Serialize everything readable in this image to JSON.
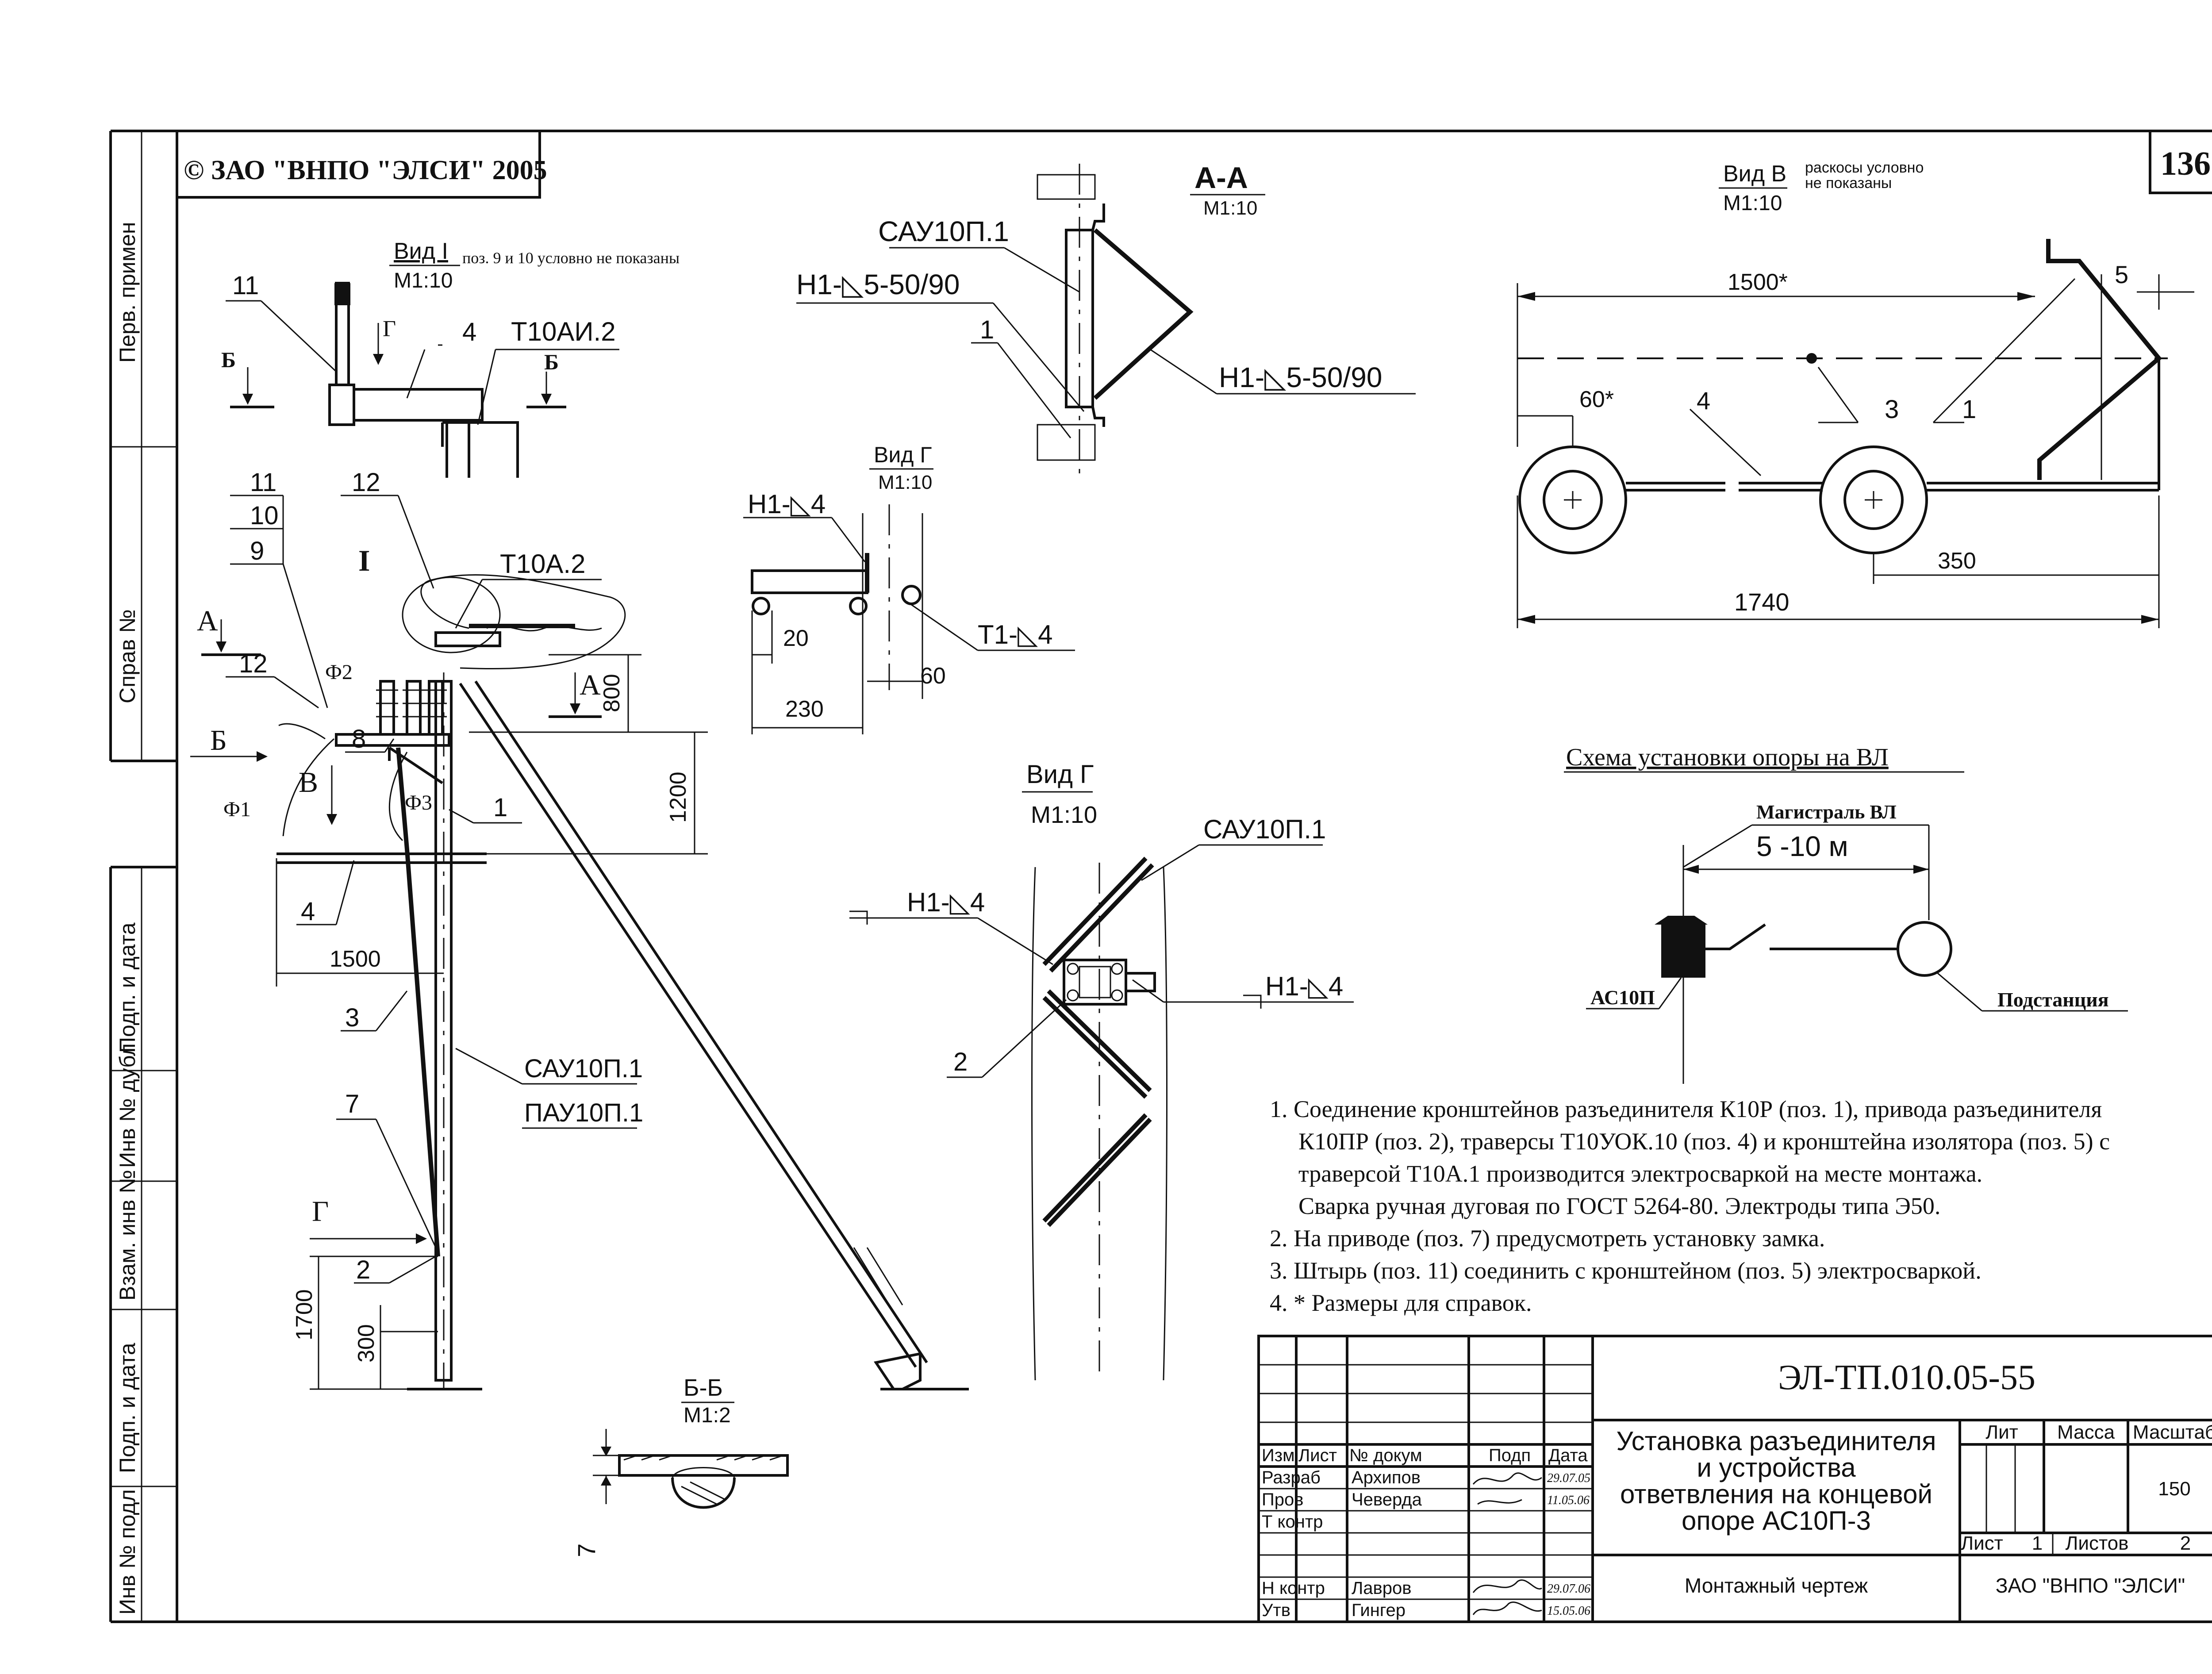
{
  "copyright": "© ЗАО \"ВНПО \"ЭЛСИ\" 2005",
  "sheet_number": "136",
  "side_strip": {
    "perv_primen": "Перв. примен",
    "sprav_no": "Справ №",
    "podp_data_1": "Подп. и дата",
    "inv_dubl": "Инв № дубл",
    "vzam_inv": "Взам. инв №",
    "podp_data_2": "Подп. и дата",
    "inv_podl": "Инв № подл"
  },
  "view_1": {
    "title": "Вид I",
    "scale": "М1:10",
    "note": "поз. 9 и 10 условно не показаны",
    "labels": {
      "p11": "11",
      "g": "Г",
      "p4": "4",
      "t10ai": "Т10АИ.2",
      "b_left": "Б",
      "b_right": "Б"
    }
  },
  "section_aa": {
    "title": "А-А",
    "scale": "М1:10",
    "labels": {
      "sau": "САУ10П.1",
      "weld1": "Н1-◺5-50/90",
      "p1": "1",
      "weld2": "Н1-◺5-50/90"
    }
  },
  "view_g_small": {
    "title": "Вид Г",
    "scale": "М1:10",
    "labels": {
      "weld_top": "Н1-◺4",
      "weld_t1": "Т1-◺4",
      "d20": "20",
      "d60": "60",
      "d230": "230"
    }
  },
  "view_v": {
    "title": "Вид В",
    "scale": "М1:10",
    "note_line1": "раскосы условно",
    "note_line2": "не показаны",
    "labels": {
      "d1500": "1500*",
      "d5": "5",
      "d60": "60*",
      "p4": "4",
      "p3": "3",
      "p1": "1",
      "d350": "350",
      "d1740": "1740"
    }
  },
  "main_view": {
    "labels": {
      "p11": "11",
      "p10": "10",
      "p9": "9",
      "p12a": "12",
      "p12b": "12",
      "view_I": "I",
      "t10a": "Т10А.2",
      "a_left": "А",
      "a_right": "А",
      "f2": "Ф2",
      "b_arrow": "Б",
      "p8": "8",
      "v_arrow": "В",
      "f1": "Ф1",
      "f3": "Ф3",
      "p1": "1",
      "d800": "800",
      "d1200": "1200",
      "p4": "4",
      "d1500": "1500",
      "p3": "3",
      "sau": "САУ10П.1",
      "pau": "ПАУ10П.1",
      "p7": "7",
      "g_arrow": "Г",
      "p2": "2",
      "d1700": "1700",
      "d300": "300"
    }
  },
  "view_g_large": {
    "title": "Вид Г",
    "scale": "М1:10",
    "labels": {
      "sau": "САУ10П.1",
      "weld_left": "Н1-◺4",
      "weld_right": "Н1-◺4",
      "p2": "2"
    }
  },
  "section_bb": {
    "title": "Б-Б",
    "scale": "М1:2",
    "labels": {
      "d7": "7"
    }
  },
  "schema": {
    "title": "Схема установки опоры на ВЛ",
    "magistral": "Магистраль ВЛ",
    "distance": "5 -10 м",
    "ac10p": "АС10П",
    "substation": "Подстанция"
  },
  "notes": [
    "1. Соединение кронштейнов разъединителя К10Р (поз. 1), привода разъединителя",
    "К10ПР (поз. 2), траверсы  Т10УОК.10 (поз. 4) и кронштейна изолятора (поз. 5) с",
    "траверсой Т10А.1 производится электросваркой на месте монтажа.",
    "Сварка ручная дуговая по ГОСТ 5264-80. Электроды типа Э50.",
    "2. На приводе (поз. 7) предусмотреть установку замка.",
    "3. Штырь (поз. 11) соединить с кронштейном (поз. 5) электросваркой.",
    "4. * Размеры для справок."
  ],
  "title_block": {
    "doc_code": "ЭЛ-ТП.010.05-55",
    "name_line1": "Установка разъединителя",
    "name_line2": "и устройства",
    "name_line3": "ответвления на концевой",
    "name_line4": "опоре АС10П-3",
    "doc_type": "Монтажный чертеж",
    "organization": "ЗАО \"ВНПО \"ЭЛСИ\"",
    "col_izm": "Изм",
    "col_list": "Лист",
    "col_doc": "№ докум",
    "col_podp": "Подп",
    "col_date": "Дата",
    "role_razrab": "Разраб",
    "role_prov": "Пров",
    "role_tkontr": "Т контр",
    "role_nkontr": "Н контр",
    "role_utv": "Утв",
    "name_razrab": "Архипов",
    "name_prov": "Чеверда",
    "name_nkontr": "Лавров",
    "name_utv": "Гингер",
    "date_razrab": "29.07.05",
    "date_prov": "11.05.06",
    "date_nkontr": "29.07.06",
    "date_utv": "15.05.06",
    "lit_label": "Лит",
    "mass_label": "Масса",
    "scale_label": "Масштаб",
    "scale_value": "150",
    "sheet_label": "Лист",
    "sheet_value": "1",
    "sheets_label": "Листов",
    "sheets_value": "2"
  }
}
